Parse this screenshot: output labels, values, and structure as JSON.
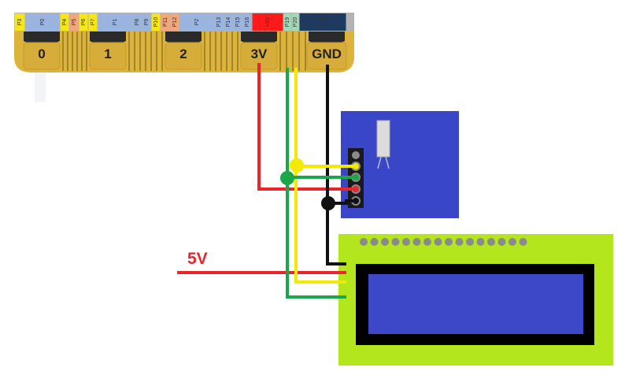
{
  "colors": {
    "wire_red": "#e8262b",
    "wire_yellow": "#f2ea00",
    "wire_green": "#1aa64a",
    "wire_black": "#111111",
    "board_gold": "#dcb43c",
    "pin_yellow": "#f4e61a",
    "pin_orange": "#f2a679",
    "pin_blue": "#9ab4e0",
    "pin_green": "#9edcb4",
    "pin_red": "#ff1a1a",
    "pin_navy": "#1e3a5f",
    "sensor_board": "#3a46c8",
    "lcd_green": "#b4e61e",
    "lcd_screen": "#3c48c8"
  },
  "microbit": {
    "strip_pins": [
      {
        "label": "P3",
        "color": "yellow"
      },
      {
        "label": "P0",
        "color": "blue"
      },
      {
        "label": "P4",
        "color": "yellow"
      },
      {
        "label": "P5",
        "color": "orange"
      },
      {
        "label": "P6",
        "color": "yellow"
      },
      {
        "label": "P7",
        "color": "yellow"
      },
      {
        "label": "P1",
        "color": "blue"
      },
      {
        "label": "P8",
        "color": "blue"
      },
      {
        "label": "P9",
        "color": "blue"
      },
      {
        "label": "P10",
        "color": "yellow"
      },
      {
        "label": "P11",
        "color": "orange"
      },
      {
        "label": "P12",
        "color": "orange"
      },
      {
        "label": "P2",
        "color": "blue"
      },
      {
        "label": "P13",
        "color": "blue"
      },
      {
        "label": "P14",
        "color": "blue"
      },
      {
        "label": "P15",
        "color": "blue"
      },
      {
        "label": "P16",
        "color": "blue"
      },
      {
        "label": "+3V",
        "color": "red"
      },
      {
        "label": "P19",
        "color": "green"
      },
      {
        "label": "P20",
        "color": "green"
      },
      {
        "label": "GND",
        "color": "navy"
      }
    ],
    "pads": [
      "0",
      "1",
      "2",
      "3V",
      "GND"
    ]
  },
  "labels": {
    "external_supply": "5V"
  }
}
